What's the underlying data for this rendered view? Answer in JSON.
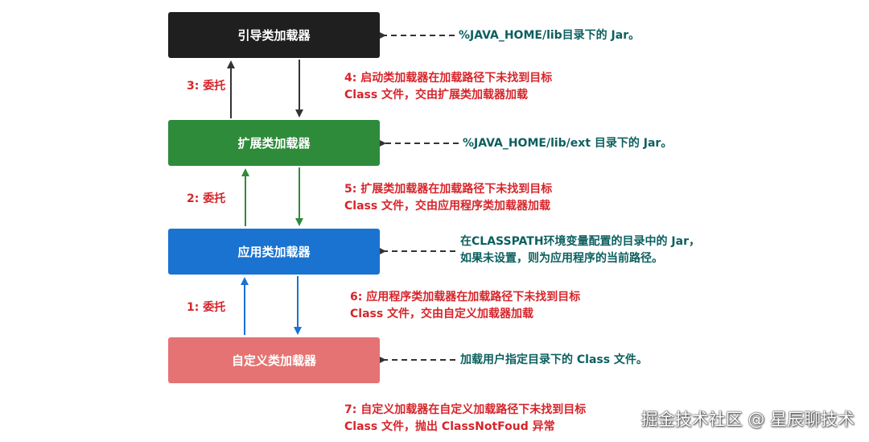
{
  "boxes": {
    "bootstrap": "引导类加载器",
    "extension": "扩展类加载器",
    "application": "应用类加载器",
    "custom": "自定义类加载器"
  },
  "delegates": {
    "d3": "3: 委托",
    "d2": "2: 委托",
    "d1": "1: 委托"
  },
  "steps": {
    "s4": [
      "4: 启动类加载器在加载路径下未找到目标",
      "Class 文件，交由扩展类加载器加载"
    ],
    "s5": [
      "5: 扩展类加载器在加载路径下未找到目标",
      "Class 文件，交由应用程序类加载器加载"
    ],
    "s6": [
      "6: 应用程序类加载器在加载路径下未找到目标",
      "Class 文件，交由自定义加载器加载"
    ],
    "s7": [
      "7: 自定义加载器在自定义加载路径下未找到目标",
      "Class 文件，抛出 ClassNotFoud 异常"
    ]
  },
  "notes": {
    "n1": "%JAVA_HOME/lib目录下的 Jar。",
    "n2": "%JAVA_HOME/lib/ext 目录下的 Jar。",
    "n3": [
      "在CLASSPATH环境变量配置的目录中的 Jar，",
      "如果未设置，则为应用程序的当前路径。"
    ],
    "n4": "加载用户指定目录下的 Class 文件。"
  },
  "watermark": "掘金技术社区 @ 星辰聊技术",
  "colors": {
    "bootstrap": "#1f1f1f",
    "extension": "#2e8b3a",
    "application": "#1a73d0",
    "custom": "#e57373",
    "step_text": "#d6252b",
    "note_text": "#0c5f5f"
  }
}
